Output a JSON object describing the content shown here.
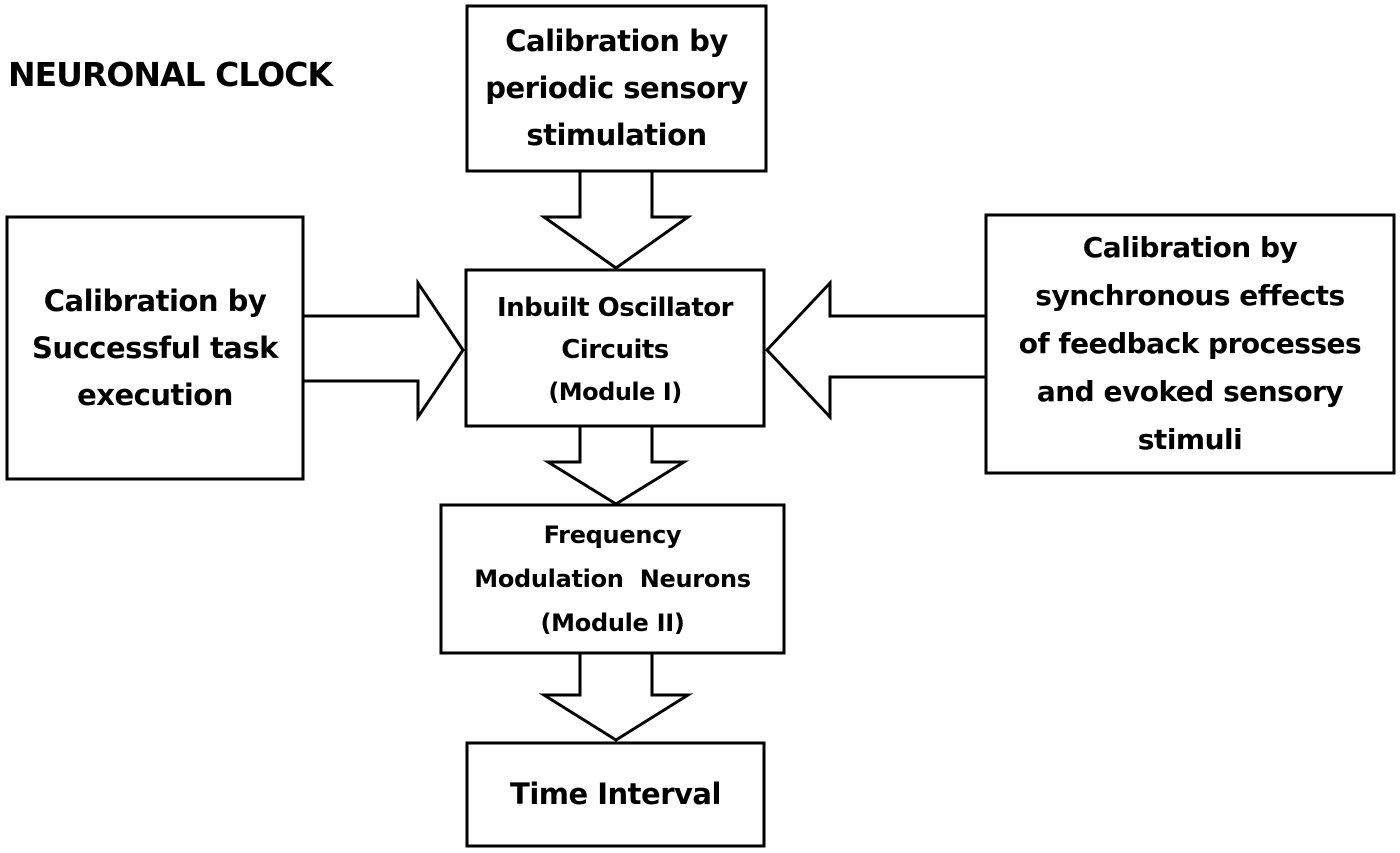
{
  "title": "NEURONAL CLOCK",
  "nodes": {
    "top": {
      "lines": [
        "Calibration by",
        "periodic sensory",
        "stimulation"
      ]
    },
    "left": {
      "lines": [
        "Calibration by",
        "Successful task",
        "execution"
      ]
    },
    "center": {
      "lines": [
        "Inbuilt Oscillator",
        "Circuits"
      ],
      "module": "(Module I)"
    },
    "right": {
      "lines": [
        "Calibration by",
        "synchronous effects",
        "of feedback processes",
        "and evoked sensory",
        "stimuli"
      ]
    },
    "frequency": {
      "lines": [
        "Frequency",
        "Modulation  Neurons",
        "(Module II)"
      ]
    },
    "output": {
      "lines": [
        "Time Interval"
      ]
    }
  }
}
